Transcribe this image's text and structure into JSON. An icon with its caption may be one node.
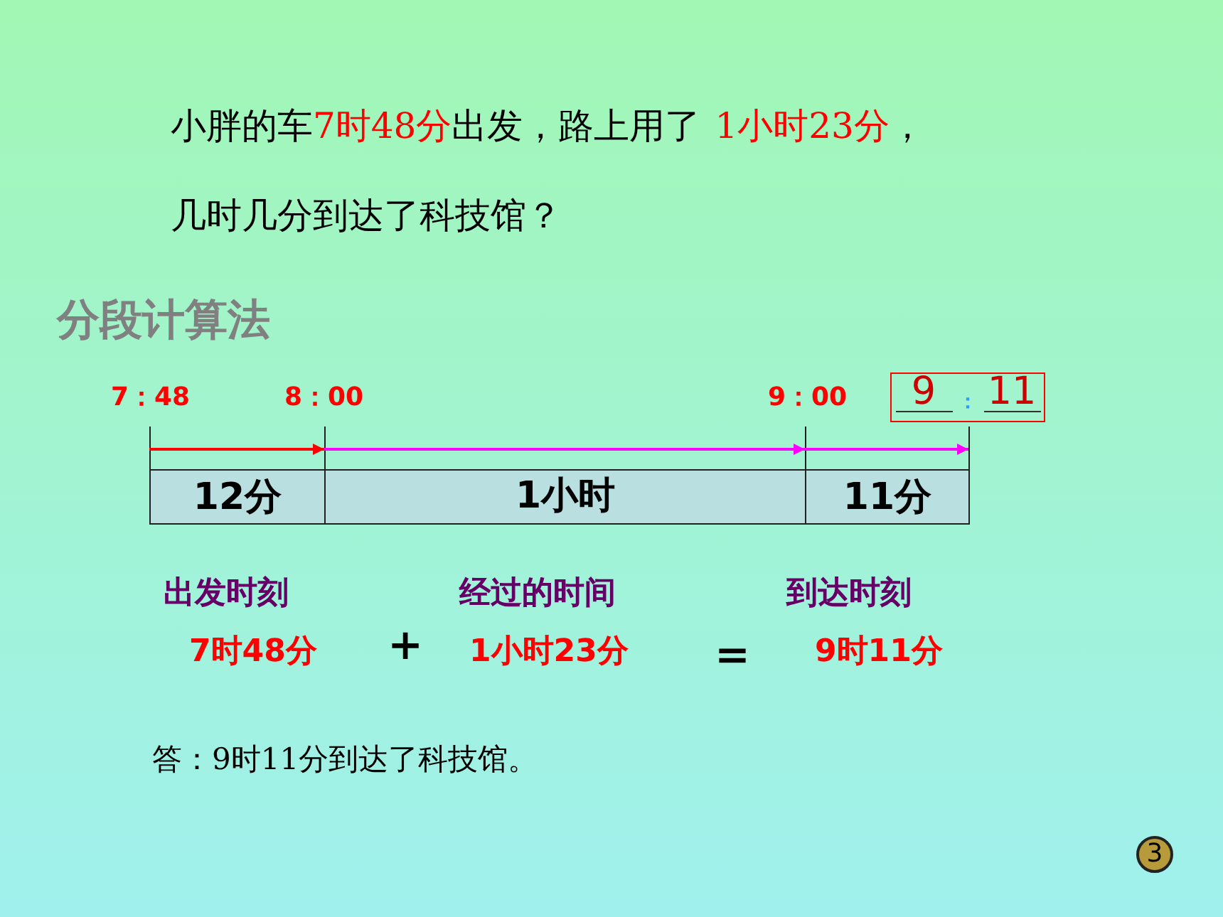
{
  "diagram": {
    "title": "分段计算法",
    "nodes": [
      {
        "text": [
          "12分"
        ]
      },
      {
        "text": [
          "1小时"
        ]
      },
      {
        "text": [
          "11分"
        ]
      },
      {
        "text": [
          "9",
          "：",
          "11"
        ]
      }
    ],
    "edges": [],
    "labels": [
      "小胖的车",
      "7时48分",
      "出发，路上用了",
      "1小时23分",
      "，",
      "几时几分到达了科技馆？",
      "7：48",
      "8：00",
      "9：00",
      "出发时刻",
      "经过的时间",
      "到达时刻",
      "7时48分",
      "＋",
      "1小时23分",
      "＝",
      "9时11分",
      "答：9时11分到达了科技馆。",
      "3"
    ]
  }
}
